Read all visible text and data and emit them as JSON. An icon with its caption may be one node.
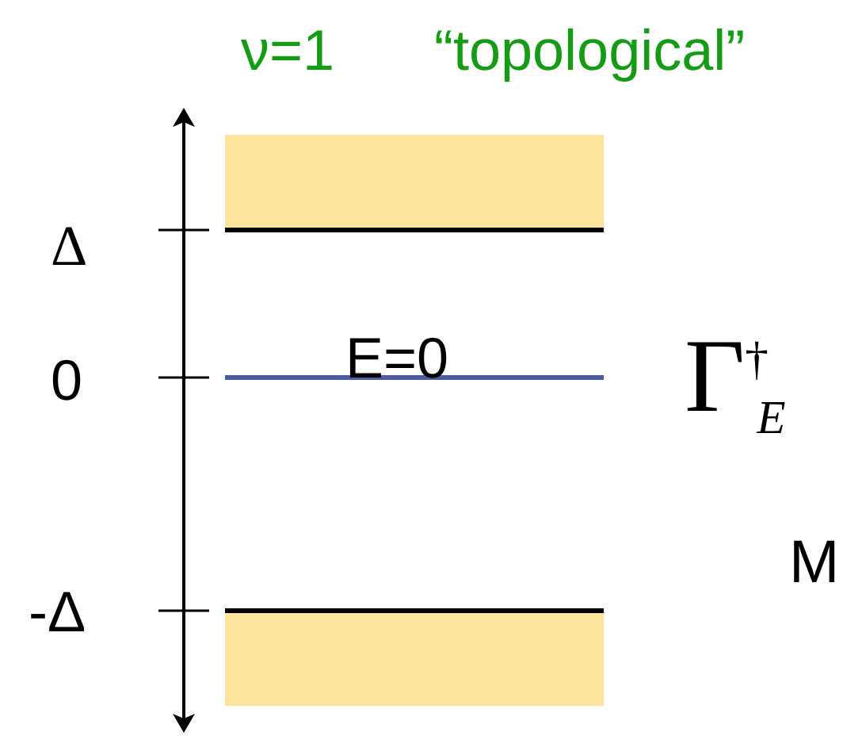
{
  "diagram": {
    "labels": [
      "ν=1",
      "“topological”",
      "Δ",
      "0",
      "E=0",
      "Γ$^{†}$$_{E}$",
      "M",
      "-Δ"
    ]
  }
}
